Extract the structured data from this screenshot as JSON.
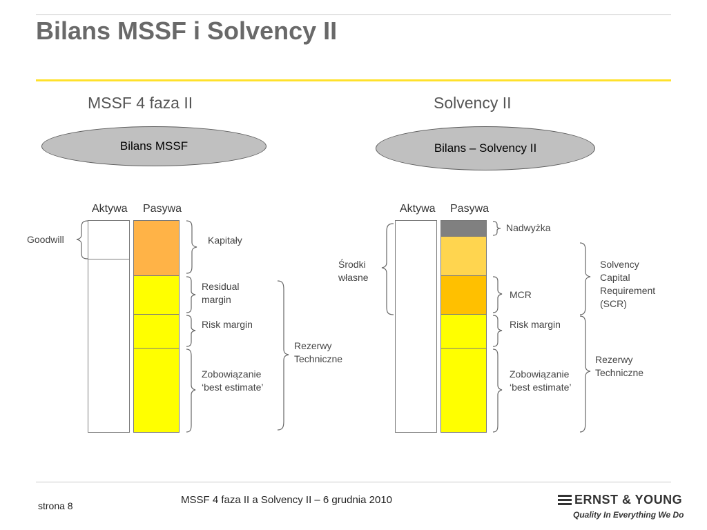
{
  "slide": {
    "title": "Bilans MSSF i Solvency II",
    "footer_center": "MSSF 4 faza II a Solvency II – 6 grudnia 2010",
    "page_label": "strona 8"
  },
  "logo": {
    "name": "ERNST & YOUNG",
    "tagline": "Quality In Everything We Do"
  },
  "colors": {
    "title_gray": "#696969",
    "accent_yellow": "#ffe12b",
    "kapitaly": "#ffb347",
    "yellow": "#ffff00",
    "nadwyzka": "#808080",
    "scr": "#ffd54f",
    "mcr": "#ffc000"
  },
  "left_panel": {
    "heading": "MSSF 4 faza II",
    "oval_label": "Bilans MSSF",
    "aktywa_label": "Aktywa",
    "pasywa_label": "Pasywa",
    "goodwill_label": "Goodwill",
    "segments": {
      "kapitaly": "Kapitały",
      "residual_margin": "Residual margin",
      "risk_margin": "Risk margin",
      "best_estimate": "Zobowiązanie ‘best estimate’"
    },
    "rezerwy_label": "Rezerwy Techniczne"
  },
  "right_panel": {
    "heading": "Solvency II",
    "oval_label": "Bilans – Solvency II",
    "aktywa_label": "Aktywa",
    "pasywa_label": "Pasywa",
    "srodki_label": "Środki własne",
    "segments": {
      "nadwyzka": "Nadwyżka",
      "mcr": "MCR",
      "risk_margin": "Risk margin",
      "best_estimate": "Zobowiązanie ‘best estimate’"
    },
    "scr_label": "Solvency Capital Requirement (SCR)",
    "rezerwy_label": "Rezerwy Techniczne"
  }
}
